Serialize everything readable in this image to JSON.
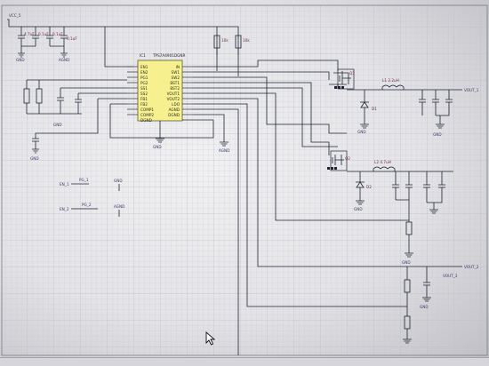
{
  "schematic": {
    "ic": {
      "designator": "IC1",
      "part": "TPS7A4901DGNR",
      "left_pins": [
        "EN1",
        "EN2",
        "PG1",
        "PG2",
        "SS1",
        "SS2",
        "FB1",
        "FB2",
        "COMP1",
        "COMP2",
        "DGND"
      ],
      "right_pins": [
        "IN",
        "SW1",
        "SW2",
        "BST1",
        "BST2",
        "VOUT1",
        "VOUT2",
        "LDO",
        "AGND",
        "DGND"
      ]
    },
    "top_passives": {
      "c1": "4.7uF",
      "c2": "0.1uF",
      "c3": "0.1uF",
      "c4": "0.1uF",
      "r1": "10k",
      "r2": "10k"
    },
    "ports": {
      "vcc_in": "VCC_5",
      "out1": "VOUT_1",
      "out2": "VOUT_2",
      "out3": "VOUT_3"
    },
    "grounds": {
      "gnd": "GND",
      "agnd": "AGND"
    },
    "mosfets": {
      "q1": "Q1",
      "q2": "Q2"
    },
    "inductors": {
      "l1": "L1 2.2uH",
      "l2": "L2 4.7uH"
    },
    "diodes": {
      "d1": "D1",
      "d2": "D2"
    },
    "net_flags": {
      "f1": "EN_1",
      "f2": "PG_1",
      "f3": "EN_2",
      "f4": "PG_2"
    }
  },
  "statusbar": {
    "text": ""
  },
  "icons": {
    "cursor": "mouse-pointer-icon"
  }
}
